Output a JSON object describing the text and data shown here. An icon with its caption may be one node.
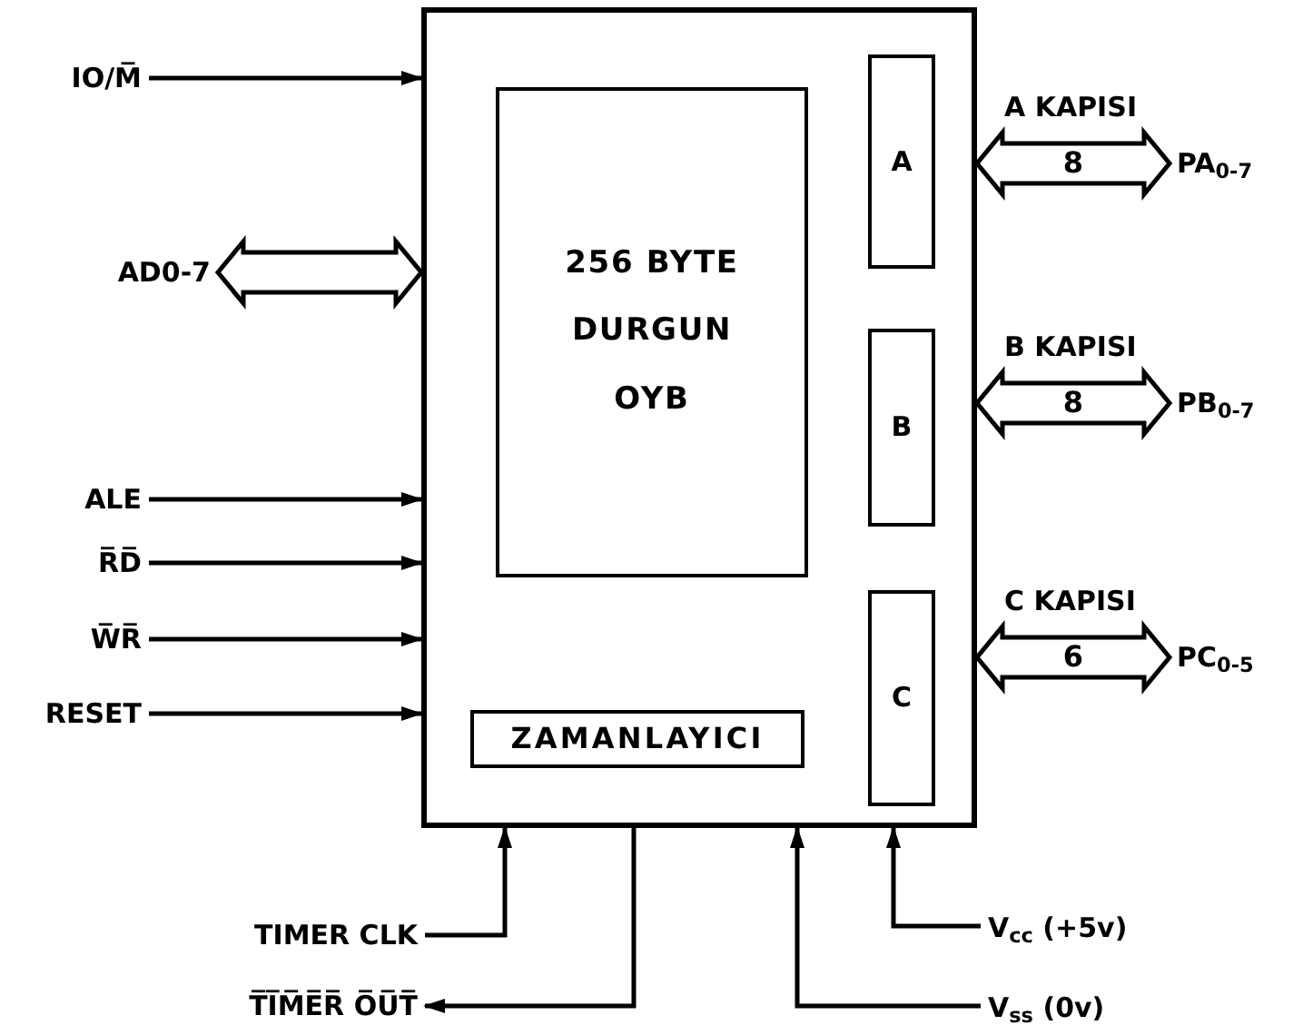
{
  "diagram": {
    "nodes": [
      {
        "text": [],
        "shape": "box"
      },
      {
        "text": [
          "256 BYTE DURGUN OYB"
        ],
        "in": 0
      },
      {
        "text": [
          "A"
        ],
        "in": 0
      },
      {
        "text": [
          "B"
        ],
        "in": 0
      },
      {
        "text": [
          "C"
        ],
        "in": 0
      },
      {
        "text": [
          "ZAMANLAYICI"
        ],
        "in": 0
      },
      {
        "text": [
          "IO/M̅"
        ]
      },
      {
        "text": [
          "AD0-7"
        ]
      },
      {
        "text": [
          "ALE"
        ]
      },
      {
        "text": [
          "R̅D̅"
        ]
      },
      {
        "text": [
          "W̅R̅"
        ]
      },
      {
        "text": [
          "RESET"
        ]
      },
      {
        "text": [
          "PA$_{0-7}$"
        ]
      },
      {
        "text": [
          "PB$_{0-7}$"
        ]
      },
      {
        "text": [
          "PC$_{0-5}$"
        ]
      },
      {
        "text": [
          "TIMER CLK"
        ]
      },
      {
        "text": [
          "T̅I̅M̅E̅R̅ O̅U̅T̅"
        ]
      },
      {
        "text": [
          "V$_{ss}$ (0v)"
        ]
      },
      {
        "text": [
          "V$_{cc}$ (+5v)"
        ]
      }
    ],
    "edges": [
      {
        "from": 6,
        "to": 0,
        "arrow": "to"
      },
      {
        "from": 7,
        "to": 0,
        "arrow": "both",
        "style": "thick"
      },
      {
        "from": 8,
        "to": 0,
        "arrow": "to"
      },
      {
        "from": 9,
        "to": 0,
        "arrow": "to"
      },
      {
        "from": 10,
        "to": 0,
        "arrow": "to"
      },
      {
        "from": 11,
        "to": 0,
        "arrow": "to"
      },
      {
        "from": 0,
        "to": 12,
        "arrow": "both",
        "style": "thick",
        "label": "8"
      },
      {
        "from": 0,
        "to": 13,
        "arrow": "both",
        "style": "thick",
        "label": "8"
      },
      {
        "from": 0,
        "to": 14,
        "arrow": "both",
        "style": "thick",
        "label": "6"
      },
      {
        "from": 15,
        "to": 0,
        "arrow": "to"
      },
      {
        "from": 0,
        "to": 16,
        "arrow": "to"
      },
      {
        "from": 17,
        "to": 0,
        "arrow": "to"
      },
      {
        "from": 18,
        "to": 0,
        "arrow": "to"
      }
    ],
    "labels": [
      "A KAPISI",
      "B KAPISI",
      "C KAPISI"
    ]
  }
}
